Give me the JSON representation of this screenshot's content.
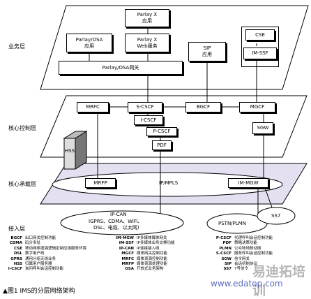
{
  "layers": {
    "service": "业务层",
    "control": "核心控制层",
    "bearer": "核心承载层",
    "access": "接入层"
  },
  "service_boxes": {
    "parlayx_app": [
      "Parlay X",
      "应用"
    ],
    "parlay_osa_app": [
      "Parlay/OSA",
      "应用"
    ],
    "parlayx_web": [
      "Parlay X",
      "Web服务"
    ],
    "sip_app": [
      "SIP",
      "应用"
    ],
    "cse": "CSE",
    "im_ssf": "IM-SSF",
    "osa_gateway": "Parlay/OSA网关"
  },
  "control_boxes": {
    "mrfc": "MRFC",
    "s_cscf": "S-CSCF",
    "bgcf": "BGCF",
    "mgcf": "MGCF",
    "i_cscf": "I-CSCF",
    "p_cscf": "P-CSCF",
    "pdf": "PDF",
    "sgw": "SGW",
    "hss": "HSS"
  },
  "bearer_boxes": {
    "mrfp": "MRFP",
    "ip_mpls": "IP/MPLS",
    "im_mgw": "IM-MGW"
  },
  "access_items": {
    "ip_can": "IP-CAN",
    "access_types_1": "IGPRS、CDMA、WiFi、",
    "access_types_2": "DSL、电缆、以太网)",
    "pstn_plmn": "PSTN/PLMN",
    "ss7": "SS7"
  },
  "legend": {
    "col1": [
      [
        "BGCF",
        "出口网关控制功能"
      ],
      [
        "CDMA",
        "码分多址"
      ],
      [
        "CSE",
        "移动网络增强逻辑定制应用服务环境"
      ],
      [
        "DSL",
        "数字用户线"
      ],
      [
        "GPRS",
        "通用分组无线业务"
      ],
      [
        "HSS",
        "归属用户服务器"
      ],
      [
        "I-CSCF",
        "询问呼叫会话控制功能"
      ]
    ],
    "col2": [
      [
        "IM-MGW",
        "IP多媒体媒体网关"
      ],
      [
        "IM-SSF",
        "IP多媒体业务交换功能"
      ],
      [
        "IP-CAN",
        "IP连接接入网"
      ],
      [
        "MGCF",
        "媒体网关控制功能"
      ],
      [
        "MRFC",
        "媒体资源控制功能"
      ],
      [
        "MRFP",
        "媒体资源处理功能"
      ],
      [
        "OSA",
        "开放式业务架构"
      ]
    ],
    "col3": [
      [
        "P-CSCF",
        "代理呼叫会话控制功能"
      ],
      [
        "PDF",
        "策略决策功能"
      ],
      [
        "PLMN",
        "公众陆地移动网"
      ],
      [
        "S-CSCF",
        "服务呼叫会话控制功能"
      ],
      [
        "SGW",
        "信令网关"
      ],
      [
        "SIP",
        "会话初始协议"
      ],
      [
        "SS7",
        "7号信令"
      ]
    ]
  },
  "caption": "▲图1  IMS的分层网络架构",
  "watermark": {
    "brand": "易迪拓培训",
    "url": "www.edatop.com"
  }
}
